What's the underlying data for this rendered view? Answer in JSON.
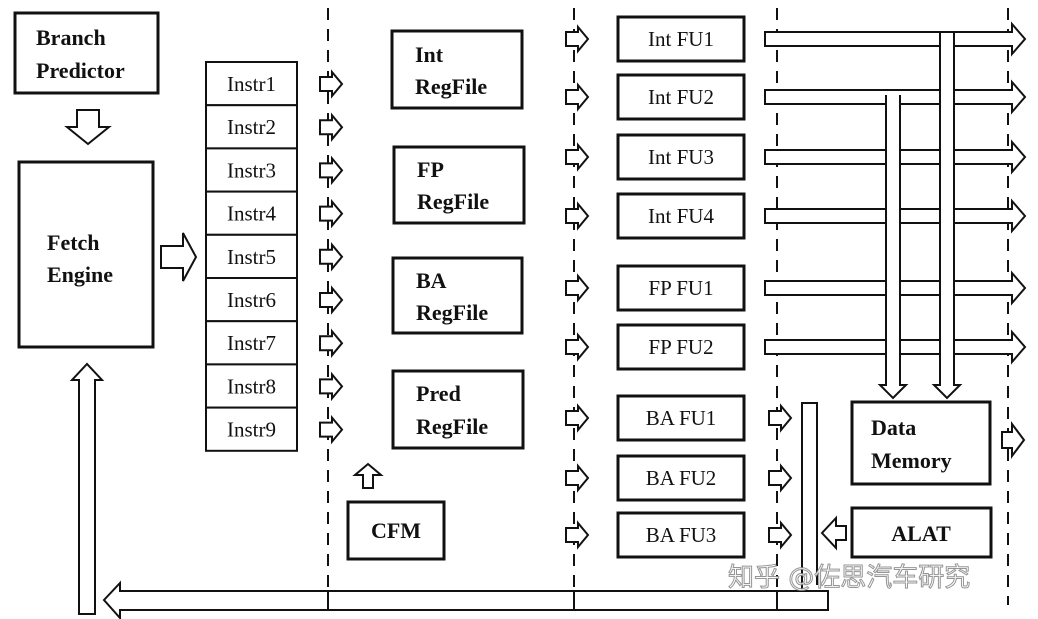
{
  "diagram": {
    "title": "",
    "blocks": {
      "branch_predictor": [
        "Branch",
        "Predictor"
      ],
      "fetch_engine": [
        "Fetch",
        "Engine"
      ],
      "int_regfile": [
        "Int",
        "RegFile"
      ],
      "fp_regfile": [
        "FP",
        "RegFile"
      ],
      "ba_regfile": [
        "BA",
        "RegFile"
      ],
      "pred_regfile": [
        "Pred",
        "RegFile"
      ],
      "cfm": "CFM",
      "data_memory": [
        "Data",
        "Memory"
      ],
      "alat": "ALAT"
    },
    "instruction_queue": [
      "Instr1",
      "Instr2",
      "Instr3",
      "Instr4",
      "Instr5",
      "Instr6",
      "Instr7",
      "Instr8",
      "Instr9"
    ],
    "functional_units": [
      "Int FU1",
      "Int FU2",
      "Int FU3",
      "Int FU4",
      "FP FU1",
      "FP FU2",
      "BA FU1",
      "BA FU2",
      "BA FU3"
    ],
    "watermark": "知乎 @佐思汽车研究"
  },
  "colors": {
    "stroke": "#111111",
    "background": "#ffffff"
  }
}
